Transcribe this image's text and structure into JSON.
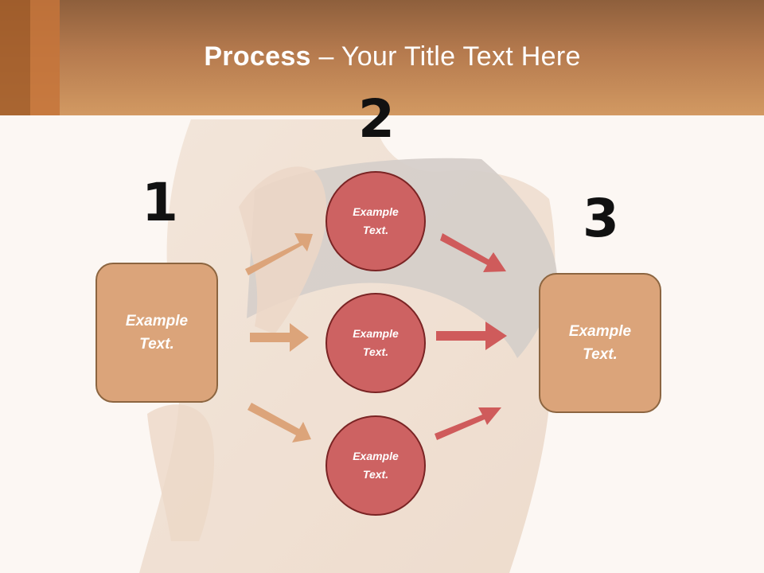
{
  "slide": {
    "title_bold": "Process",
    "title_rest": " – Your Title Text Here"
  },
  "steps": {
    "one": "1",
    "two": "2",
    "three": "3"
  },
  "boxes": {
    "left": "Example Text.",
    "right": "Example Text."
  },
  "circles": {
    "top": "Example Text.",
    "middle": "Example Text.",
    "bottom": "Example Text."
  },
  "colors": {
    "header": "#c8895a",
    "box_fill": "#dba47a",
    "circle_fill": "#cd6262",
    "arrow_left": "#dca47a",
    "arrow_right": "#cf5b5b"
  }
}
